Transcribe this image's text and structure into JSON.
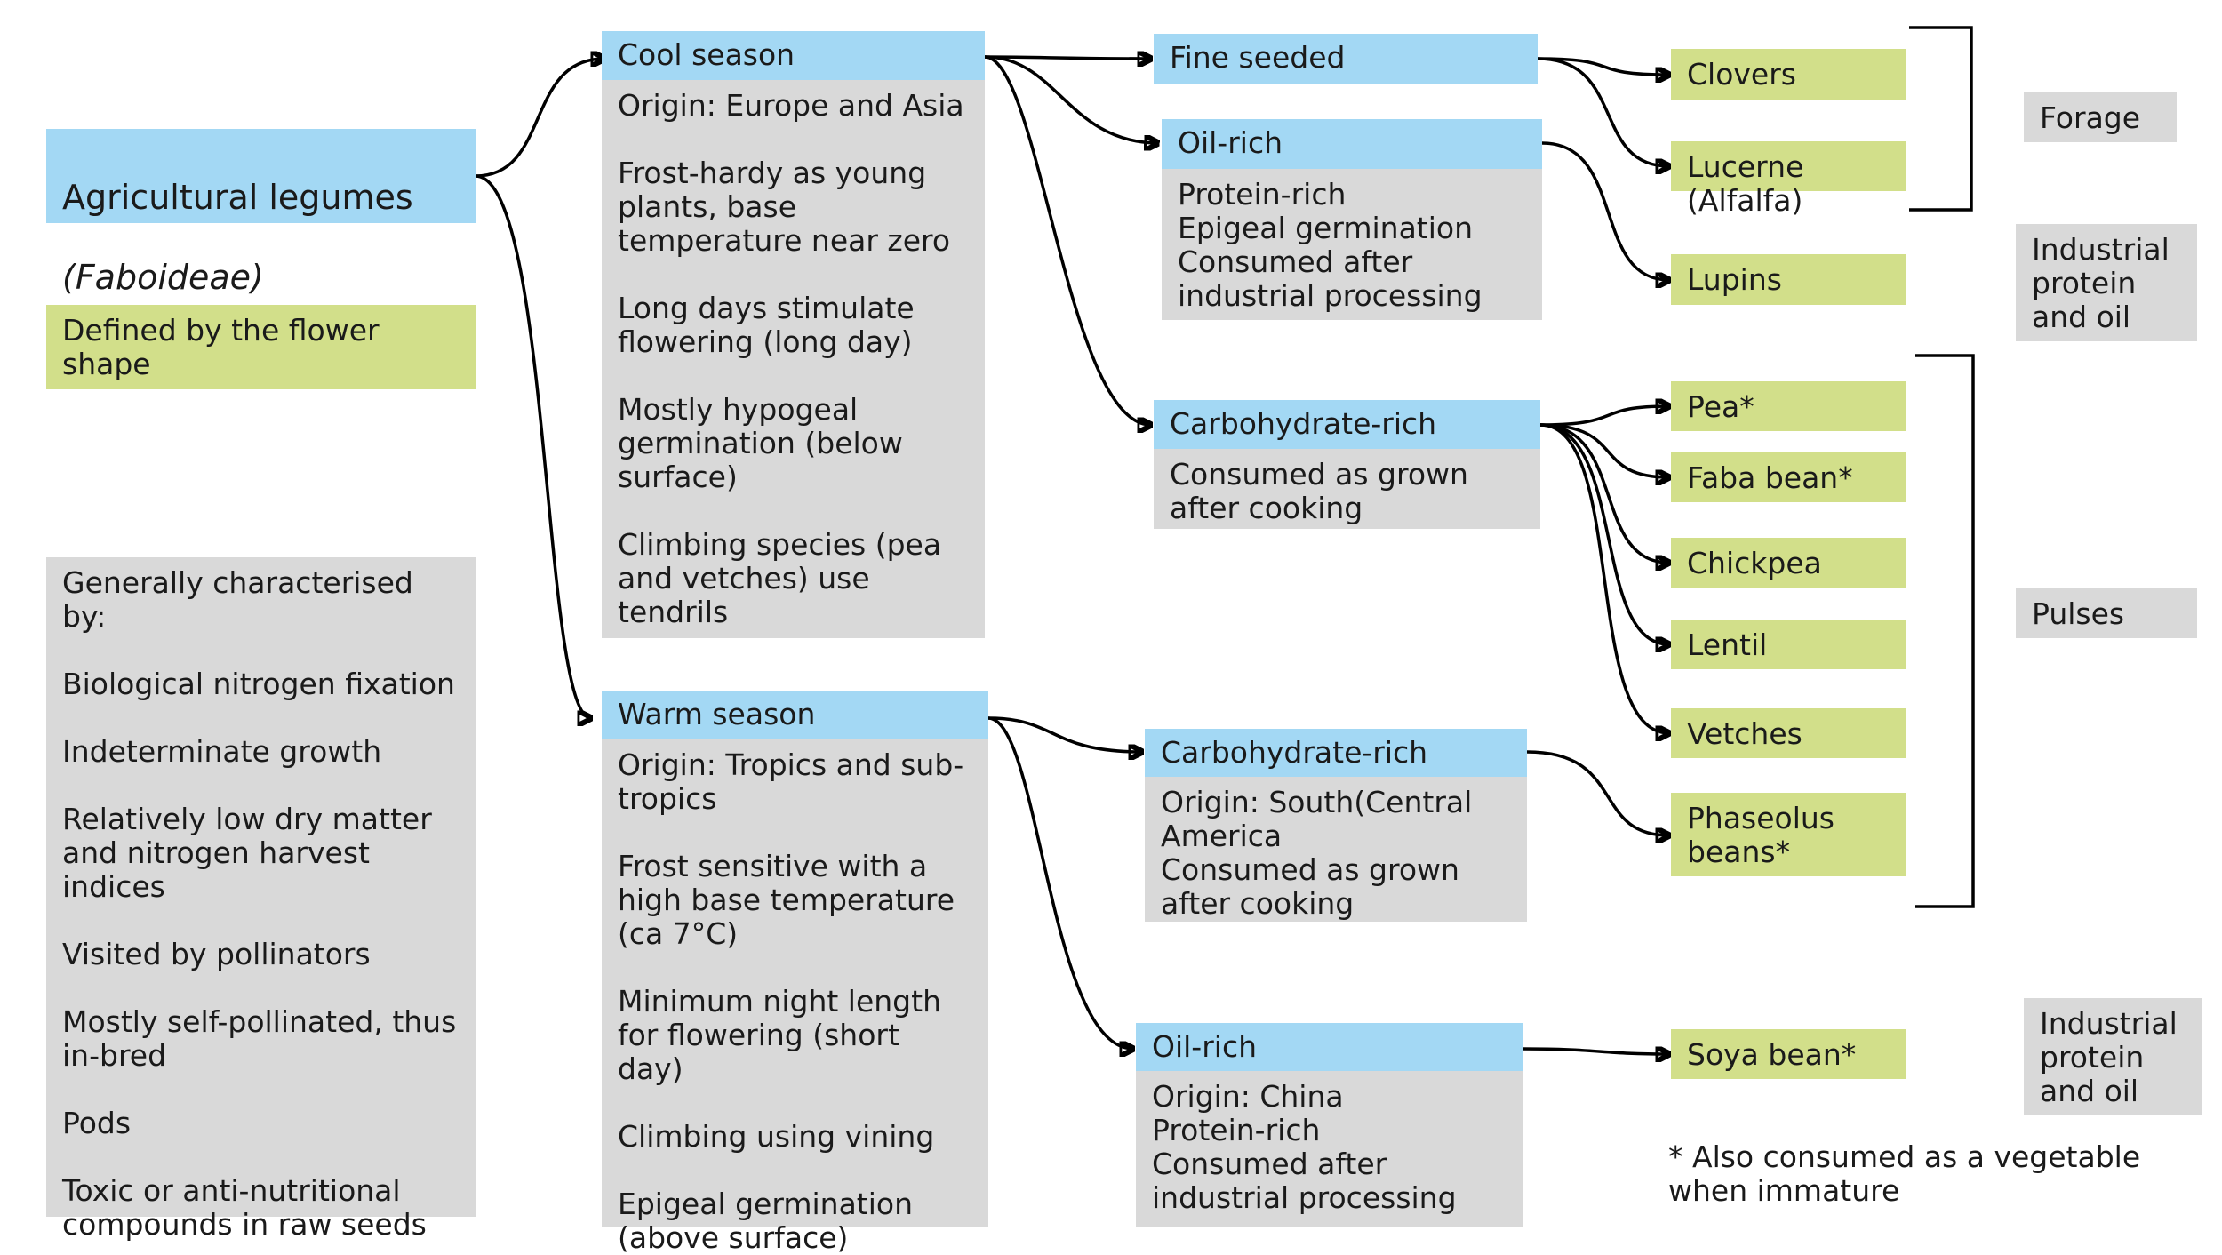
{
  "root": {
    "title": "Agricultural legumes",
    "subtitle": "(Faboideae)",
    "defined": "Defined by the flower shape",
    "general": "Generally characterised by:\n\nBiological nitrogen fixation\n\nIndeterminate growth\n\nRelatively low dry matter and nitrogen harvest indices\n\nVisited by pollinators\n\nMostly self-pollinated, thus in-bred\n\nPods\n\nToxic or anti-nutritional compounds in raw seeds"
  },
  "cool": {
    "title": "Cool season",
    "desc": "Origin: Europe and Asia\n\nFrost-hardy as young plants, base temperature near zero\n\nLong days stimulate flowering (long day)\n\nMostly hypogeal germination (below surface)\n\nClimbing species (pea and vetches) use tendrils"
  },
  "warm": {
    "title": "Warm season",
    "desc": "Origin: Tropics and sub-tropics\n\nFrost sensitive with a high base temperature (ca 7°C)\n\nMinimum night length for flowering (short day)\n\nClimbing using vining\n\nEpigeal germination (above surface)"
  },
  "cool_groups": {
    "fine_seeded": {
      "title": "Fine seeded"
    },
    "oil_rich": {
      "title": "Oil-rich",
      "desc": "Protein-rich\nEpigeal germination\nConsumed after industrial processing"
    },
    "carb_rich": {
      "title": "Carbohydrate-rich",
      "desc": "Consumed as grown after cooking"
    }
  },
  "warm_groups": {
    "carb_rich": {
      "title": "Carbohydrate-rich",
      "desc": "Origin: South(Central America\nConsumed as grown after cooking"
    },
    "oil_rich": {
      "title": "Oil-rich",
      "desc": "Origin: China\nProtein-rich\nConsumed after industrial processing"
    }
  },
  "crops": {
    "clovers": "Clovers",
    "lucerne": "Lucerne (Alfalfa)",
    "lupins": "Lupins",
    "pea": "Pea*",
    "faba": "Faba bean*",
    "chickpea": "Chickpea",
    "lentil": "Lentil",
    "vetches": "Vetches",
    "phaseolus": "Phaseolus beans*",
    "soya": "Soya bean*"
  },
  "uses": {
    "forage": "Forage",
    "industrial_1": "Industrial protein and oil",
    "pulses": "Pulses",
    "industrial_2": "Industrial protein and oil"
  },
  "footnote": "* Also consumed as a vegetable when immature",
  "colors": {
    "header_blue": "#a3d8f4",
    "crop_green": "#d2df8a",
    "body_grey": "#d9d9d9",
    "connector": "#000000"
  }
}
